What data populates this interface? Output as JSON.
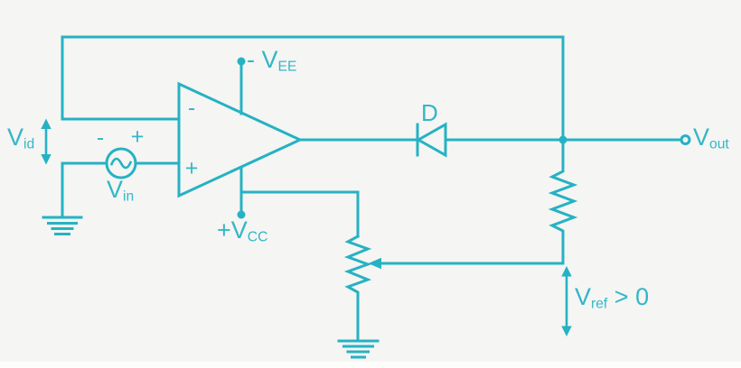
{
  "diagram": {
    "kind": "op-amp comparator circuit with diode and potentiometer reference",
    "accent_color": "#25b2c3",
    "label_color": "#33b7c7",
    "background_color": "#f5f5f3"
  },
  "labels": {
    "v_id": {
      "main": "V",
      "sub": "id"
    },
    "v_in": {
      "main": "V",
      "sub": "in"
    },
    "v_ee": {
      "prefix": "- ",
      "main": "V",
      "sub": "EE"
    },
    "v_cc": {
      "prefix": "+",
      "main": "V",
      "sub": "CC"
    },
    "v_out": {
      "main": "V",
      "sub": "out"
    },
    "v_ref": {
      "main": "V",
      "sub": "ref",
      "suffix": " > 0"
    },
    "diode": "D",
    "opamp_inverting_sign": "-",
    "opamp_noninverting_sign": "+",
    "source_minus_sign": "-",
    "source_plus_sign": "+"
  }
}
